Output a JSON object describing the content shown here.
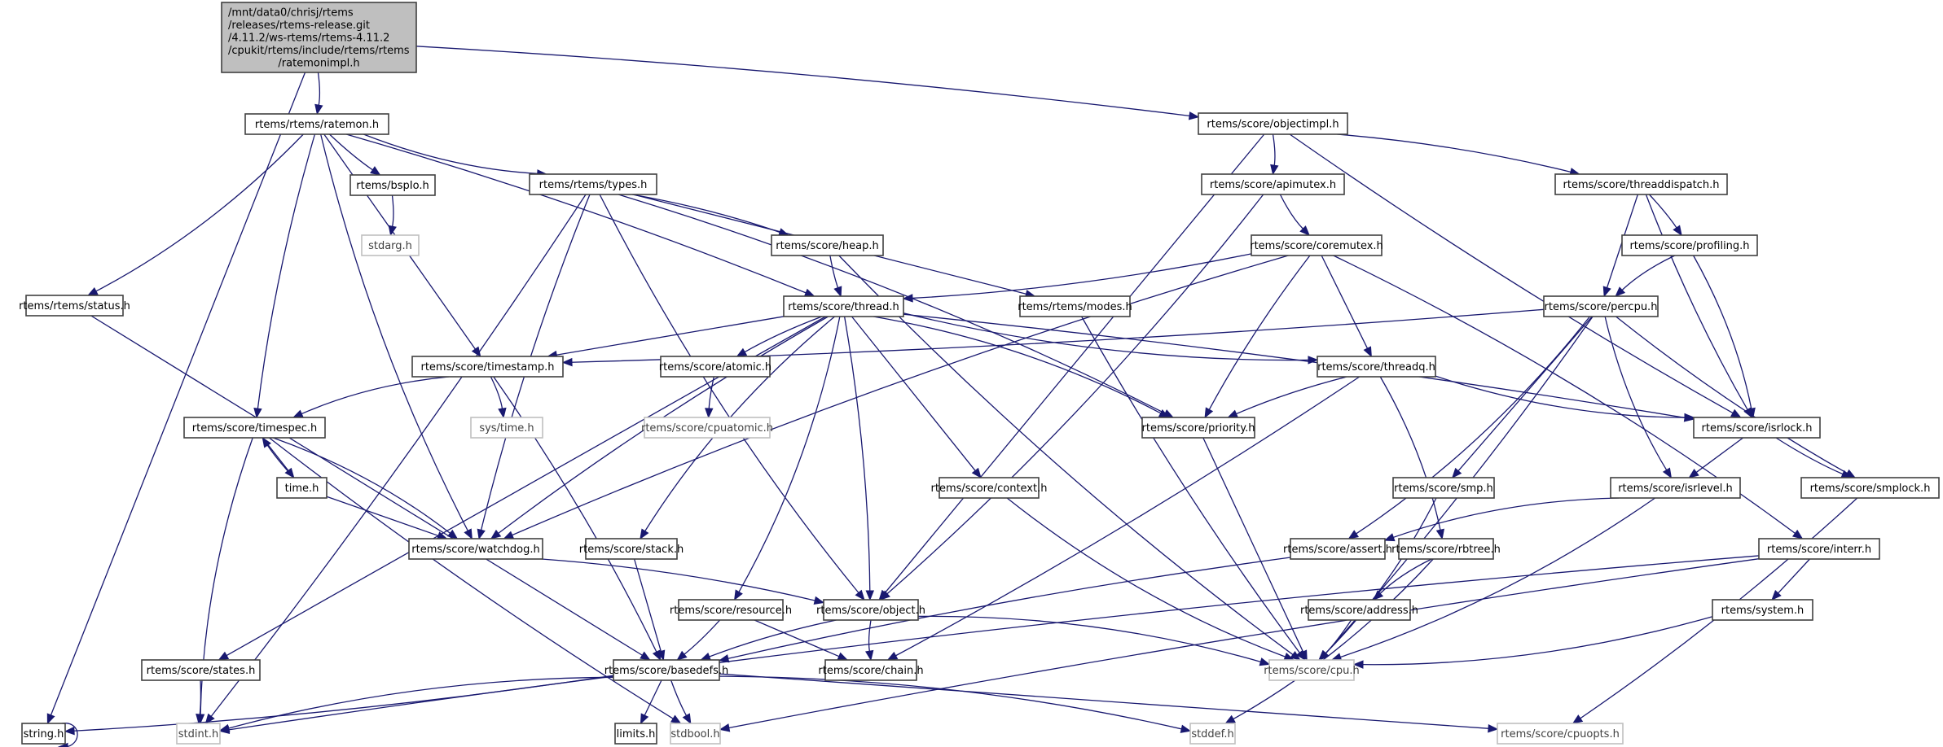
{
  "diagram": {
    "title": "ratemonimpl.h include dependency graph",
    "colors": {
      "edge": "#191970",
      "root_fill": "#bfbfbf",
      "node_border": "#404040",
      "external_border": "#bfbfbf"
    },
    "nodes": [
      {
        "id": "root",
        "label": [
          "/mnt/data0/chrisj/rtems",
          "/releases/rtems-release.git",
          "/4.11.2/ws-rtems/rtems-4.11.2",
          "/cpukit/rtems/include/rtems/rtems",
          "/ratemonimpl.h"
        ],
        "kind": "root"
      },
      {
        "id": "ratemon",
        "label": [
          "rtems/rtems/ratemon.h"
        ],
        "kind": "doc"
      },
      {
        "id": "objectimpl",
        "label": [
          "rtems/score/objectimpl.h"
        ],
        "kind": "doc"
      },
      {
        "id": "string",
        "label": [
          "string.h"
        ],
        "kind": "doc"
      },
      {
        "id": "bspio",
        "label": [
          "rtems/bspIo.h"
        ],
        "kind": "doc"
      },
      {
        "id": "stdarg",
        "label": [
          "stdarg.h"
        ],
        "kind": "ext"
      },
      {
        "id": "types",
        "label": [
          "rtems/rtems/types.h"
        ],
        "kind": "doc"
      },
      {
        "id": "status",
        "label": [
          "rtems/rtems/status.h"
        ],
        "kind": "doc"
      },
      {
        "id": "heap",
        "label": [
          "rtems/score/heap.h"
        ],
        "kind": "doc"
      },
      {
        "id": "thread",
        "label": [
          "rtems/score/thread.h"
        ],
        "kind": "doc"
      },
      {
        "id": "modes",
        "label": [
          "rtems/rtems/modes.h"
        ],
        "kind": "doc"
      },
      {
        "id": "apimutex",
        "label": [
          "rtems/score/apimutex.h"
        ],
        "kind": "doc"
      },
      {
        "id": "coremutex",
        "label": [
          "rtems/score/coremutex.h"
        ],
        "kind": "doc"
      },
      {
        "id": "threaddispatch",
        "label": [
          "rtems/score/threaddispatch.h"
        ],
        "kind": "doc"
      },
      {
        "id": "profiling",
        "label": [
          "rtems/score/profiling.h"
        ],
        "kind": "doc"
      },
      {
        "id": "percpu",
        "label": [
          "rtems/score/percpu.h"
        ],
        "kind": "doc"
      },
      {
        "id": "timestamp",
        "label": [
          "rtems/score/timestamp.h"
        ],
        "kind": "doc"
      },
      {
        "id": "atomic",
        "label": [
          "rtems/score/atomic.h"
        ],
        "kind": "doc"
      },
      {
        "id": "cpuatomic",
        "label": [
          "rtems/score/cpuatomic.h"
        ],
        "kind": "ext"
      },
      {
        "id": "systime",
        "label": [
          "sys/time.h"
        ],
        "kind": "ext"
      },
      {
        "id": "threadq",
        "label": [
          "rtems/score/threadq.h"
        ],
        "kind": "doc"
      },
      {
        "id": "timespec",
        "label": [
          "rtems/score/timespec.h"
        ],
        "kind": "doc"
      },
      {
        "id": "priority",
        "label": [
          "rtems/score/priority.h"
        ],
        "kind": "doc"
      },
      {
        "id": "isrlock",
        "label": [
          "rtems/score/isrlock.h"
        ],
        "kind": "doc"
      },
      {
        "id": "time",
        "label": [
          "time.h"
        ],
        "kind": "doc"
      },
      {
        "id": "context",
        "label": [
          "rtems/score/context.h"
        ],
        "kind": "doc"
      },
      {
        "id": "smp",
        "label": [
          "rtems/score/smp.h"
        ],
        "kind": "doc"
      },
      {
        "id": "isrlevel",
        "label": [
          "rtems/score/isrlevel.h"
        ],
        "kind": "doc"
      },
      {
        "id": "smplock",
        "label": [
          "rtems/score/smplock.h"
        ],
        "kind": "doc"
      },
      {
        "id": "watchdog",
        "label": [
          "rtems/score/watchdog.h"
        ],
        "kind": "doc"
      },
      {
        "id": "stack",
        "label": [
          "rtems/score/stack.h"
        ],
        "kind": "doc"
      },
      {
        "id": "assert",
        "label": [
          "rtems/score/assert.h"
        ],
        "kind": "doc"
      },
      {
        "id": "rbtree",
        "label": [
          "rtems/score/rbtree.h"
        ],
        "kind": "doc"
      },
      {
        "id": "interr",
        "label": [
          "rtems/score/interr.h"
        ],
        "kind": "doc"
      },
      {
        "id": "resource",
        "label": [
          "rtems/score/resource.h"
        ],
        "kind": "doc"
      },
      {
        "id": "object",
        "label": [
          "rtems/score/object.h"
        ],
        "kind": "doc"
      },
      {
        "id": "address",
        "label": [
          "rtems/score/address.h"
        ],
        "kind": "doc"
      },
      {
        "id": "system",
        "label": [
          "rtems/system.h"
        ],
        "kind": "doc"
      },
      {
        "id": "states",
        "label": [
          "rtems/score/states.h"
        ],
        "kind": "doc"
      },
      {
        "id": "basedefs",
        "label": [
          "rtems/score/basedefs.h"
        ],
        "kind": "doc"
      },
      {
        "id": "chain",
        "label": [
          "rtems/score/chain.h"
        ],
        "kind": "doc"
      },
      {
        "id": "cpu",
        "label": [
          "rtems/score/cpu.h"
        ],
        "kind": "ext"
      },
      {
        "id": "stdint",
        "label": [
          "stdint.h"
        ],
        "kind": "ext"
      },
      {
        "id": "limits",
        "label": [
          "limits.h"
        ],
        "kind": "doc"
      },
      {
        "id": "stdbool",
        "label": [
          "stdbool.h"
        ],
        "kind": "ext"
      },
      {
        "id": "stddef",
        "label": [
          "stddef.h"
        ],
        "kind": "ext"
      },
      {
        "id": "cpuopts",
        "label": [
          "rtems/score/cpuopts.h"
        ],
        "kind": "ext"
      }
    ],
    "edges": [
      [
        "root",
        "ratemon"
      ],
      [
        "root",
        "objectimpl"
      ],
      [
        "root",
        "string"
      ],
      [
        "ratemon",
        "bspio"
      ],
      [
        "ratemon",
        "types"
      ],
      [
        "ratemon",
        "status"
      ],
      [
        "ratemon",
        "thread"
      ],
      [
        "ratemon",
        "timestamp"
      ],
      [
        "ratemon",
        "timespec"
      ],
      [
        "ratemon",
        "watchdog"
      ],
      [
        "bspio",
        "stdarg"
      ],
      [
        "types",
        "heap"
      ],
      [
        "types",
        "modes"
      ],
      [
        "types",
        "watchdog"
      ],
      [
        "types",
        "object"
      ],
      [
        "types",
        "priority"
      ],
      [
        "types",
        "stdint"
      ],
      [
        "status",
        "basedefs"
      ],
      [
        "heap",
        "thread"
      ],
      [
        "heap",
        "cpu"
      ],
      [
        "objectimpl",
        "apimutex"
      ],
      [
        "objectimpl",
        "threaddispatch"
      ],
      [
        "objectimpl",
        "object"
      ],
      [
        "objectimpl",
        "isrlock"
      ],
      [
        "apimutex",
        "coremutex"
      ],
      [
        "apimutex",
        "object"
      ],
      [
        "coremutex",
        "thread"
      ],
      [
        "coremutex",
        "threadq"
      ],
      [
        "coremutex",
        "priority"
      ],
      [
        "coremutex",
        "watchdog"
      ],
      [
        "coremutex",
        "interr"
      ],
      [
        "threaddispatch",
        "profiling"
      ],
      [
        "threaddispatch",
        "percpu"
      ],
      [
        "threaddispatch",
        "isrlock"
      ],
      [
        "profiling",
        "percpu"
      ],
      [
        "profiling",
        "isrlock"
      ],
      [
        "percpu",
        "timestamp"
      ],
      [
        "percpu",
        "smp"
      ],
      [
        "percpu",
        "smplock"
      ],
      [
        "percpu",
        "isrlevel"
      ],
      [
        "percpu",
        "assert"
      ],
      [
        "percpu",
        "cpu"
      ],
      [
        "thread",
        "timestamp"
      ],
      [
        "thread",
        "atomic"
      ],
      [
        "thread",
        "threadq"
      ],
      [
        "thread",
        "priority"
      ],
      [
        "thread",
        "isrlock"
      ],
      [
        "thread",
        "context"
      ],
      [
        "thread",
        "watchdog"
      ],
      [
        "thread",
        "stack"
      ],
      [
        "thread",
        "resource"
      ],
      [
        "thread",
        "object"
      ],
      [
        "thread",
        "states"
      ],
      [
        "atomic",
        "cpuatomic"
      ],
      [
        "timestamp",
        "timespec"
      ],
      [
        "timestamp",
        "systime"
      ],
      [
        "timestamp",
        "basedefs"
      ],
      [
        "timespec",
        "time"
      ],
      [
        "timespec",
        "stdbool"
      ],
      [
        "timespec",
        "stdint"
      ],
      [
        "timespec",
        "watchdog"
      ],
      [
        "time",
        "timespec"
      ],
      [
        "time",
        "watchdog"
      ],
      [
        "threadq",
        "priority"
      ],
      [
        "threadq",
        "isrlock"
      ],
      [
        "threadq",
        "rbtree"
      ],
      [
        "threadq",
        "chain"
      ],
      [
        "isrlock",
        "isrlevel"
      ],
      [
        "isrlock",
        "smplock"
      ],
      [
        "isrlevel",
        "assert"
      ],
      [
        "isrlevel",
        "cpu"
      ],
      [
        "smplock",
        "cpuopts"
      ],
      [
        "priority",
        "cpu"
      ],
      [
        "modes",
        "cpu"
      ],
      [
        "context",
        "cpu"
      ],
      [
        "smp",
        "cpu"
      ],
      [
        "watchdog",
        "object"
      ],
      [
        "stack",
        "basedefs"
      ],
      [
        "assert",
        "basedefs"
      ],
      [
        "rbtree",
        "address"
      ],
      [
        "rbtree",
        "stddef"
      ],
      [
        "address",
        "cpu"
      ],
      [
        "interr",
        "system"
      ],
      [
        "interr",
        "stdbool"
      ],
      [
        "interr",
        "stdint"
      ],
      [
        "system",
        "cpu"
      ],
      [
        "resource",
        "basedefs"
      ],
      [
        "resource",
        "chain"
      ],
      [
        "object",
        "basedefs"
      ],
      [
        "object",
        "chain"
      ],
      [
        "object",
        "cpu"
      ],
      [
        "states",
        "stdint"
      ],
      [
        "basedefs",
        "limits"
      ],
      [
        "basedefs",
        "stdbool"
      ],
      [
        "basedefs",
        "stdint"
      ],
      [
        "basedefs",
        "stddef"
      ],
      [
        "basedefs",
        "string"
      ],
      [
        "basedefs",
        "cpuopts"
      ],
      [
        "string",
        "string"
      ]
    ]
  }
}
